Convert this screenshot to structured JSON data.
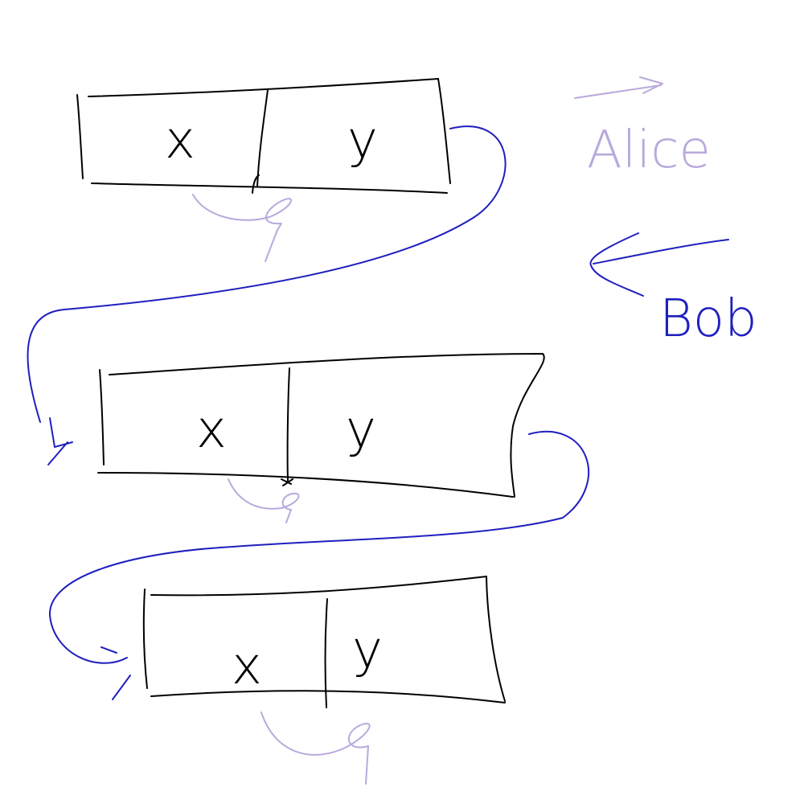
{
  "colors": {
    "box_ink": "#000000",
    "link_ink": "#1f1fbf",
    "annotation_ink": "#b9a9dc"
  },
  "labels": {
    "alice": "Alice",
    "bob": "Bob"
  },
  "rows": [
    {
      "x": "x",
      "y": "y"
    },
    {
      "x": "x",
      "y": "y"
    },
    {
      "x": "x",
      "y": "y"
    }
  ]
}
